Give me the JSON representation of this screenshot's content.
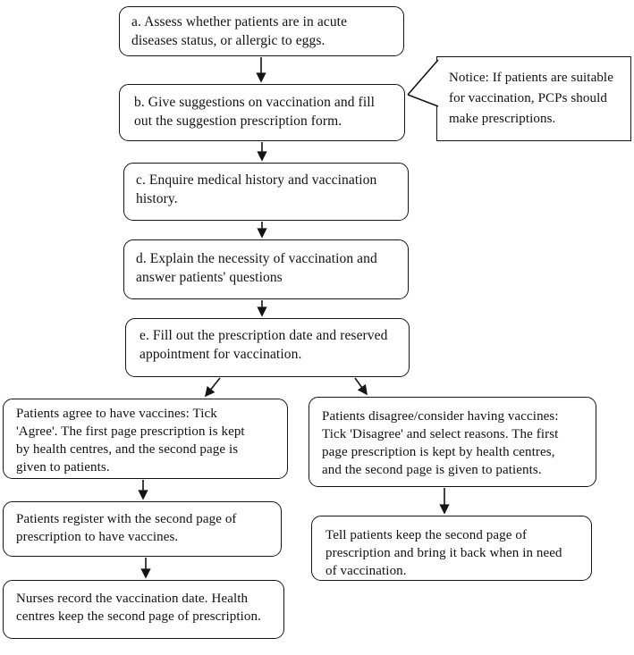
{
  "diagram": {
    "description": "Flowchart of PCP influenza vaccination suggestion prescription process",
    "colors": {
      "line": "#141414",
      "box_border": "#141414",
      "box_background": "#ffffff",
      "text": "#111111"
    },
    "nodes": {
      "step_a": {
        "label": "a. Assess whether patients are in acute\ndiseases status, or allergic to eggs."
      },
      "step_b": {
        "label": "b. Give suggestions on vaccination and fill\nout the suggestion prescription form."
      },
      "notice": {
        "label": "Notice: If patients are suitable\nfor vaccination, PCPs should\nmake prescriptions."
      },
      "step_c": {
        "label": "c. Enquire medical history and vaccination\nhistory."
      },
      "step_d": {
        "label": "d. Explain the necessity of vaccination and\nanswer patients' questions"
      },
      "step_e": {
        "label": "e. Fill out the prescription date and reserved\nappointment for vaccination."
      },
      "agree": {
        "label": "Patients agree to have vaccines: Tick\n'Agree'. The first page prescription is kept\nby health centres, and the second page is\ngiven to patients."
      },
      "disagree": {
        "label": "Patients disagree/consider having vaccines:\nTick 'Disagree' and select reasons. The first\npage prescription is kept by health centres,\nand the second page is given to patients."
      },
      "register": {
        "label": "Patients register with the second page of\nprescription to have vaccines."
      },
      "tell": {
        "label": "Tell patients keep the second page of\nprescription and bring it back when in need\nof vaccination."
      },
      "nurses": {
        "label": "Nurses record the vaccination date. Health\ncentres keep the second page of prescription."
      }
    },
    "edges": [
      {
        "from": "step_a",
        "to": "step_b"
      },
      {
        "from": "notice",
        "to": "step_b"
      },
      {
        "from": "step_b",
        "to": "step_c"
      },
      {
        "from": "step_c",
        "to": "step_d"
      },
      {
        "from": "step_d",
        "to": "step_e"
      },
      {
        "from": "step_e",
        "to": "agree"
      },
      {
        "from": "step_e",
        "to": "disagree"
      },
      {
        "from": "agree",
        "to": "register"
      },
      {
        "from": "register",
        "to": "nurses"
      },
      {
        "from": "disagree",
        "to": "tell"
      }
    ]
  }
}
